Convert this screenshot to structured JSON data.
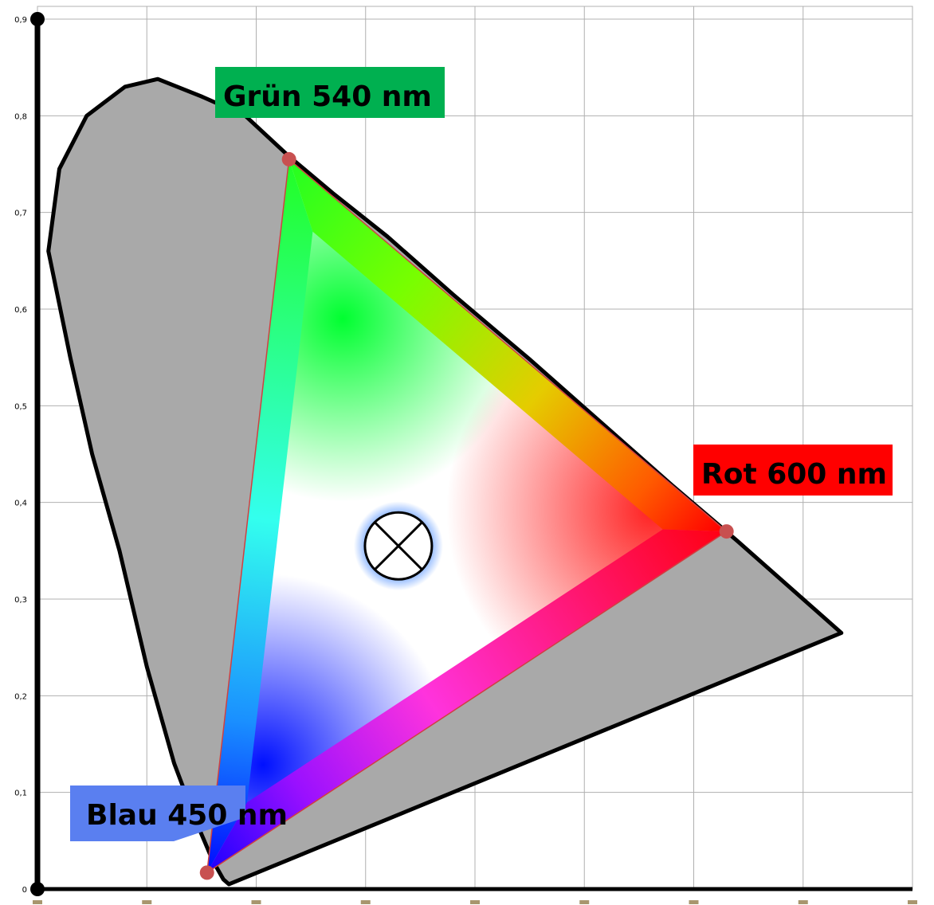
{
  "chart_data": {
    "type": "scatter",
    "title": "",
    "xlabel": "",
    "ylabel": "",
    "xlim": [
      0,
      0.8
    ],
    "ylim": [
      0,
      0.9
    ],
    "grid": true,
    "y_ticks": [
      "0",
      "0,1",
      "0,2",
      "0,3",
      "0,4",
      "0,5",
      "0,6",
      "0,7",
      "0,8",
      "0,9"
    ],
    "spectral_locus": [
      [
        0.175,
        0.005
      ],
      [
        0.17,
        0.01
      ],
      [
        0.16,
        0.03
      ],
      [
        0.145,
        0.07
      ],
      [
        0.125,
        0.13
      ],
      [
        0.1,
        0.23
      ],
      [
        0.075,
        0.35
      ],
      [
        0.05,
        0.45
      ],
      [
        0.03,
        0.55
      ],
      [
        0.01,
        0.66
      ],
      [
        0.02,
        0.745
      ],
      [
        0.045,
        0.8
      ],
      [
        0.08,
        0.83
      ],
      [
        0.11,
        0.838
      ],
      [
        0.15,
        0.82
      ],
      [
        0.19,
        0.8
      ],
      [
        0.23,
        0.758
      ],
      [
        0.27,
        0.72
      ],
      [
        0.32,
        0.675
      ],
      [
        0.38,
        0.615
      ],
      [
        0.45,
        0.548
      ],
      [
        0.52,
        0.478
      ],
      [
        0.58,
        0.418
      ],
      [
        0.64,
        0.36
      ],
      [
        0.7,
        0.3
      ],
      [
        0.735,
        0.265
      ]
    ],
    "primaries": [
      {
        "label": "Grün 540 nm",
        "color": "#00b050",
        "x": 0.23,
        "y": 0.755
      },
      {
        "label": "Rot 600 nm",
        "color": "#ff0000",
        "x": 0.63,
        "y": 0.37
      },
      {
        "label": "Blau 450 nm",
        "color": "#5a7ff0",
        "x": 0.155,
        "y": 0.017
      }
    ],
    "white_point": {
      "x": 0.33,
      "y": 0.355
    }
  }
}
